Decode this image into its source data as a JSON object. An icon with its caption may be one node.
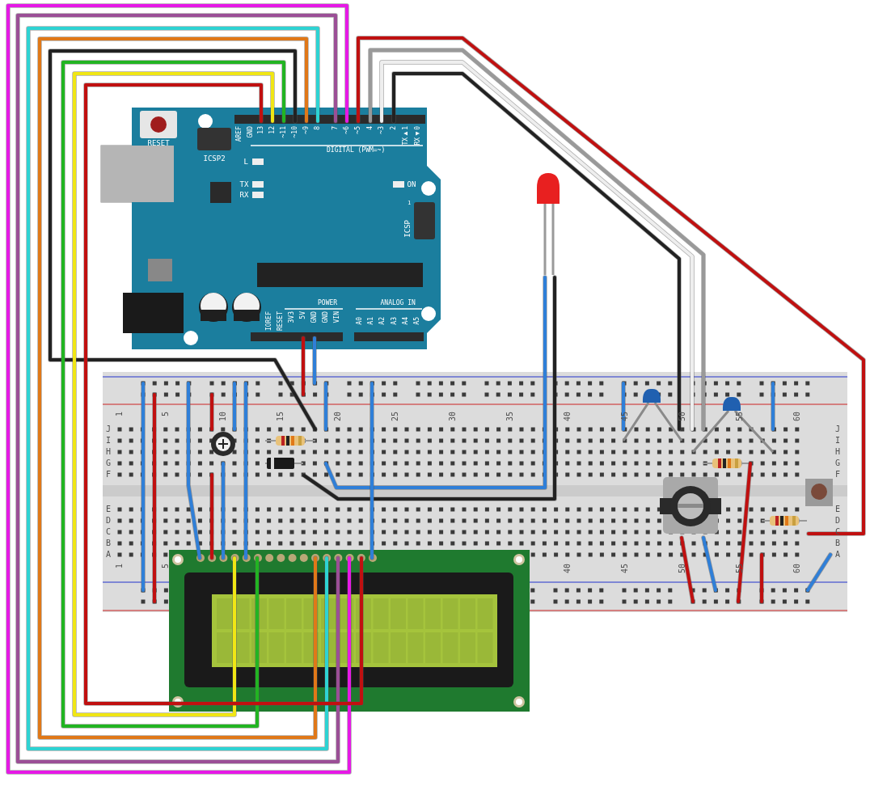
{
  "diagram": {
    "labels": [
      "RESET",
      "AREF",
      "GND",
      "13",
      "12",
      "~11",
      "~10",
      "~9",
      "8",
      "7",
      "~6",
      "~5",
      "4",
      "~3",
      "2",
      "TX▶1",
      "RX◀0",
      "ICSP2",
      "DIGITAL (PWM=~)",
      "L",
      "TX",
      "RX",
      "ON",
      "ICSP",
      "1",
      "IOREF",
      "RESET",
      "3V3",
      "5V",
      "GND",
      "GND",
      "VIN",
      "POWER",
      "ANALOG IN",
      "A0",
      "A1",
      "A2",
      "A3",
      "A4",
      "A5",
      "1",
      "5",
      "10",
      "15",
      "20",
      "25",
      "30",
      "35",
      "40",
      "45",
      "50",
      "55",
      "60",
      "J",
      "I",
      "H",
      "G",
      "F",
      "E",
      "D",
      "C",
      "B",
      "A",
      "J",
      "I",
      "H",
      "G",
      "F",
      "E",
      "D",
      "C",
      "B",
      "A",
      "1",
      "5",
      "40",
      "45",
      "50",
      "55",
      "60"
    ]
  }
}
